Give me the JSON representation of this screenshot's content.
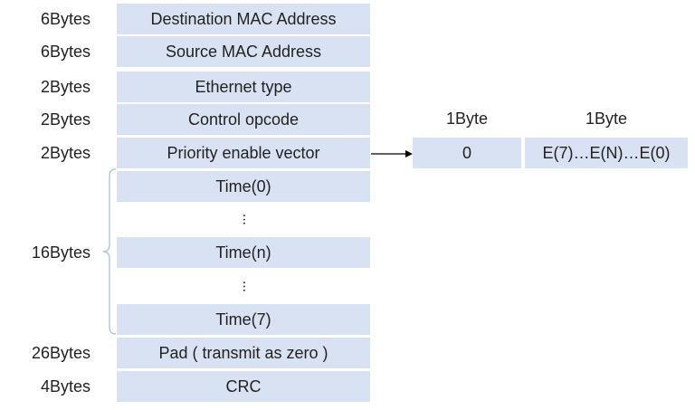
{
  "rows": [
    {
      "size": "6Bytes",
      "field": "Destination MAC Address"
    },
    {
      "size": "6Bytes",
      "field": "Source MAC Address"
    },
    {
      "size": "2Bytes",
      "field": "Ethernet type"
    },
    {
      "size": "2Bytes",
      "field": "Control opcode"
    },
    {
      "size": "2Bytes",
      "field": "Priority enable vector"
    },
    {
      "size": "",
      "field": "Time(0)"
    },
    {
      "size": "",
      "field": "⋮"
    },
    {
      "size": "",
      "field": "Time(n)"
    },
    {
      "size": "",
      "field": "⋮"
    },
    {
      "size": "",
      "field": "Time(7)"
    },
    {
      "size": "26Bytes",
      "field": "Pad ( transmit as zero )"
    },
    {
      "size": "4Bytes",
      "field": "CRC"
    }
  ],
  "time_group": {
    "size": "16Bytes"
  },
  "vector_detail": {
    "headers": [
      "1Byte",
      "1Byte"
    ],
    "values": [
      "0",
      "E(7)…E(N)…E(0)"
    ]
  },
  "colors": {
    "cell_fill": "#d9e2f3",
    "brace": "#b4c7e7",
    "arrow": "#000000"
  }
}
